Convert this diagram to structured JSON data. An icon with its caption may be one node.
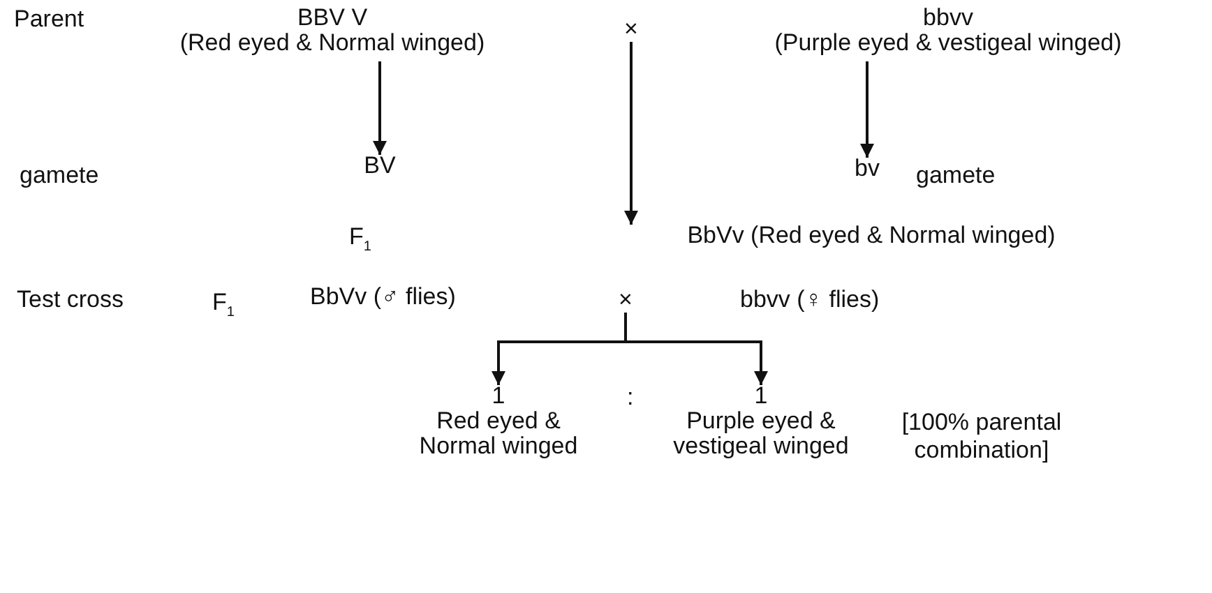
{
  "diagram": {
    "nodes": [
      {
        "text": [
          "BBV V",
          "(Red eyed & Normal winged)"
        ]
      },
      {
        "text": [
          "bbvv",
          "(Purple eyed & vestigeal winged)"
        ]
      },
      {
        "text": [
          "BV"
        ]
      },
      {
        "text": [
          "bv"
        ]
      },
      {
        "text": [
          "×"
        ]
      },
      {
        "text": [
          "BbVv (Red eyed & Normal winged)"
        ]
      },
      {
        "text": [
          "×"
        ]
      },
      {
        "text": [
          "1",
          "Red eyed & Normal winged"
        ]
      },
      {
        "text": [
          "1",
          "Purple eyed & vestigeal winged"
        ]
      }
    ],
    "edges": [
      {
        "from": 0,
        "to": 2,
        "arrow": "to"
      },
      {
        "from": 1,
        "to": 3,
        "arrow": "to"
      },
      {
        "from": 4,
        "to": 5,
        "arrow": "to"
      },
      {
        "from": 6,
        "to": 7,
        "arrow": "to"
      },
      {
        "from": 6,
        "to": 8,
        "arrow": "to"
      }
    ],
    "labels": [
      "Parent",
      "gamete",
      "gamete",
      "F$_{1}$",
      "Test cross",
      "F$_{1}$",
      "BbVv (♂ flies)",
      "bbvv (♀ flies)",
      ":",
      "[100% parental combination]"
    ]
  }
}
